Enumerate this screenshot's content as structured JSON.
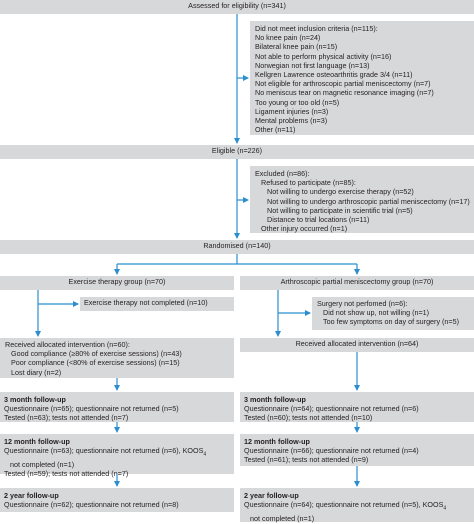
{
  "assessed": "Assessed for eligibility (n=341)",
  "excluded1": {
    "header": "Did not meet inclusion criteria (n=115):",
    "items": [
      "No knee pain (n=24)",
      "Bilateral knee pain (n=15)",
      "Not able to perform physical activity (n=16)",
      "Norwegian not first language (n=13)",
      "Kellgren Lawrence osteoarthritis grade 3/4 (n=11)",
      "Not eligible for arthroscopic partial meniscectomy (n=7)",
      "No meniscus tear on magnetic resonance imaging (n=7)",
      "Too young or too old (n=5)",
      "Ligament injuries (n=3)",
      "Mental problems (n=3)",
      "Other (n=11)"
    ]
  },
  "eligible": "Eligible (n=226)",
  "excluded2": {
    "header": "Excluded (n=86):",
    "refused": "Refused to participate (n=85):",
    "refused_items": [
      "Not willing to undergo exercise therapy (n=52)",
      "Not willing to undergo arthroscopic partial meniscectomy (n=17)",
      "Not willing to participate in scientific trial (n=5)",
      "Distance to trial locations (n=11)"
    ],
    "other": "Other injury occurred (n=1)"
  },
  "randomised": "Randomised (n=140)",
  "left": {
    "group": "Exercise therapy group (n=70)",
    "not_completed": "Exercise therapy not completed (n=10)",
    "received": {
      "header": "Received allocated intervention (n=60):",
      "items": [
        "Good compliance (≥80% of exercise sessions) (n=43)",
        "Poor compliance (<80% of exercise sessions) (n=15)",
        "Lost diary (n=2)"
      ]
    },
    "fu3": {
      "title": "3 month follow-up",
      "lines": [
        "Questionnaire (n=65); questionnaire not returned (n=5)",
        "Tested (n=63); tests not attended (n=7)"
      ]
    },
    "fu12": {
      "title": "12 month follow-up",
      "lines": [
        "Questionnaire (n=63); questionnaire not returned (n=6), KOOS",
        "not completed (n=1)",
        "Tested (n=59); tests not attended (n=7)"
      ],
      "subscript": "4"
    },
    "fu2y": {
      "title": "2 year follow-up",
      "lines": [
        "Questionnaire (n=62); questionnaire not returned (n=8)"
      ]
    }
  },
  "right": {
    "group": "Arthroscopic partial meniscectomy group (n=70)",
    "not_performed": {
      "header": "Surgery not perfomed (n=6):",
      "items": [
        "Did not show up, not willing (n=1)",
        "Too few symptoms on day of surgery (n=5)"
      ]
    },
    "received": "Received allocated intervention (n=64)",
    "fu3": {
      "title": "3 month follow-up",
      "lines": [
        "Questionnaire (n=64); questionnaire not returned (n=6)",
        "Tested (n=60); tests not attended (n=10)"
      ]
    },
    "fu12": {
      "title": "12 month follow-up",
      "lines": [
        "Questionnaire (n=66); questionnaire not returned (n=4)",
        "Tested (n=61); tests not attended (n=9)"
      ]
    },
    "fu2y": {
      "title": "2 year follow-up",
      "lines": [
        "Questionnaire (n=64); questionnaire not returned (n=5), KOOS",
        "not completed (n=1)"
      ],
      "subscript": "4"
    }
  },
  "colors": {
    "box": "#d7d8da",
    "line": "#2b8fcf",
    "text": "#231f20"
  }
}
